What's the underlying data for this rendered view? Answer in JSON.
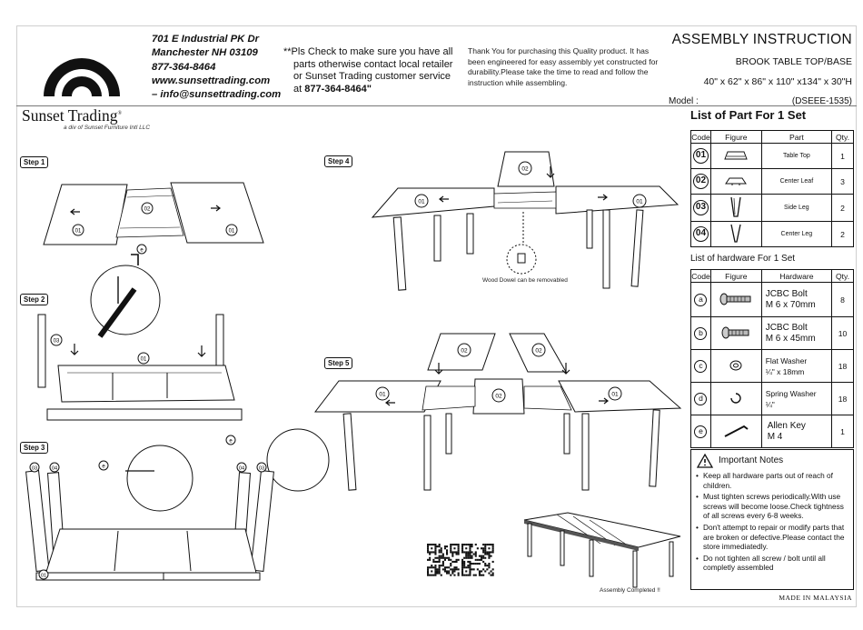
{
  "brand": {
    "name": "Sunset Trading",
    "trademark": "®",
    "tagline": "a div of Sunset Furniture Intl LLC"
  },
  "address": {
    "line1": "701 E Industrial PK Dr",
    "line2": "Manchester NH 03109",
    "phone": "877-364-8464",
    "web": "www.sunsettrading.com",
    "email": "– info@sunsettrading.com"
  },
  "notice": {
    "line1": "**Pls Check to make sure you have all",
    "line2": "parts otherwise contact local retailer",
    "line3": "or Sunset Trading customer service",
    "line4_prefix": "at ",
    "line4_phone": "877-364-8464\""
  },
  "thanks": {
    "line1": "Thank You for purchasing this Quality product. It has",
    "line2": "been engineered for easy assembly yet constructed  for",
    "line3": "durability.Please take the time to read and follow the",
    "line4": "instruction while assembling."
  },
  "header": {
    "title": "ASSEMBLY INSTRUCTION",
    "subtitle": "BROOK TABLE TOP/BASE",
    "dimensions": "40\" x 62\" x 86\" x 110\" x134\" x 30\"H",
    "model_label": "Model  :",
    "model_number": "(DSEEE-1535)"
  },
  "steps": {
    "step1": "Step 1",
    "step2": "Step 2",
    "step3": "Step 3",
    "step4": "Step 4",
    "step5": "Step 5",
    "dowel_caption": "Wood Dowel can be removabled",
    "completed_caption": "Assembly Completed !!"
  },
  "parts": {
    "title": "List of Part For 1 Set",
    "headers": {
      "code": "Code",
      "figure": "Figure",
      "part": "Part",
      "qty": "Qty."
    },
    "rows": [
      {
        "code": "01",
        "part": "Table Top",
        "qty": "1"
      },
      {
        "code": "02",
        "part": "Center Leaf",
        "qty": "3"
      },
      {
        "code": "03",
        "part": "Side Leg",
        "qty": "2"
      },
      {
        "code": "04",
        "part": "Center Leg",
        "qty": "2"
      }
    ]
  },
  "hardware": {
    "title": "List of hardware For 1 Set",
    "headers": {
      "code": "Code",
      "figure": "Figure",
      "hardware": "Hardware",
      "qty": "Qty."
    },
    "rows": [
      {
        "code": "a",
        "name1": "JCBC Bolt",
        "name2": "M 6 x 70mm",
        "qty": "8"
      },
      {
        "code": "b",
        "name1": "JCBC Bolt",
        "name2": "M 6 x 45mm",
        "qty": "10"
      },
      {
        "code": "c",
        "name1": "Flat Washer",
        "name2": "¼\" x 18mm",
        "qty": "18"
      },
      {
        "code": "d",
        "name1": "Spring Washer",
        "name2": "¼\"",
        "qty": "18"
      },
      {
        "code": "e",
        "name1": "Allen Key",
        "name2": "M 4",
        "qty": "1"
      }
    ]
  },
  "notes": {
    "title": "Important Notes",
    "items": [
      "Keep all hardware parts out of reach of children.",
      "Must tighten screws periodically.With use screws will become loose.Check tightness of all screws every 6-8 weeks.",
      "Don't attempt to repair or modify parts that are broken or defective.Please contact the store immediatedly.",
      "Do not tighten all screw / bolt until all completly assembled"
    ]
  },
  "footer": {
    "made_in": "MADE IN MALAYSIA"
  }
}
